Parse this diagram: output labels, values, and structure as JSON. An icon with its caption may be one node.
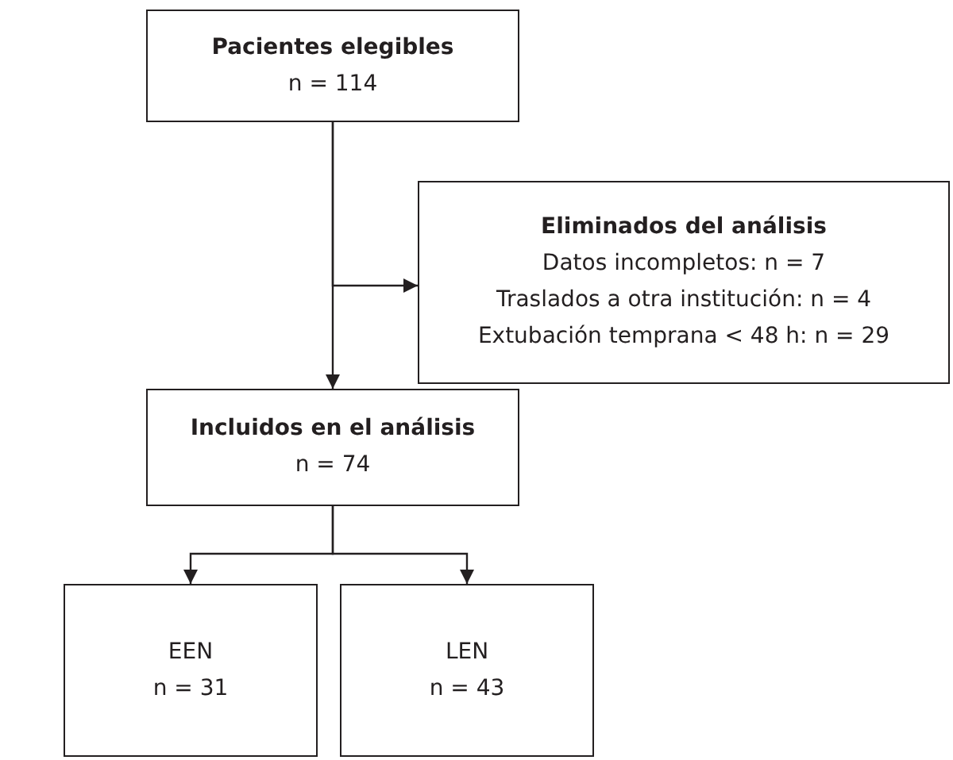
{
  "diagram": {
    "nodes": [
      {
        "text": [
          "Pacientes elegibles",
          "n = 114"
        ]
      },
      {
        "text": [
          "Eliminados del análisis",
          "Datos incompletos: n = 7",
          "Traslados a otra institución: n = 4",
          "Extubación temprana < 48 h: n = 29"
        ]
      },
      {
        "text": [
          "Incluidos en el análisis",
          "n = 74"
        ]
      },
      {
        "text": [
          "EEN",
          "n = 31"
        ]
      },
      {
        "text": [
          "LEN",
          "n = 43"
        ]
      }
    ],
    "edges": [
      {
        "from": 0,
        "to": 2,
        "arrow": "to"
      },
      {
        "from": 0,
        "to": 1,
        "arrow": "to"
      },
      {
        "from": 2,
        "to": 3,
        "arrow": "to"
      },
      {
        "from": 2,
        "to": 4,
        "arrow": "to"
      }
    ]
  }
}
